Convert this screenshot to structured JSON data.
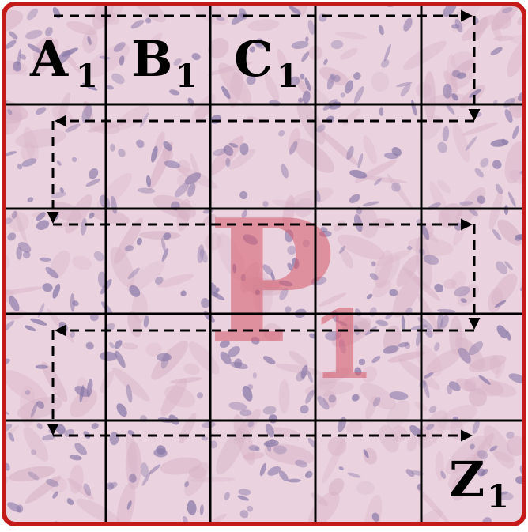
{
  "grid": {
    "rows": 5,
    "cols": 5
  },
  "colors": {
    "tissue_base": "#ead2df",
    "tissue_mid": "#d7b3c6",
    "nucleus": "#8a79a8",
    "frame": "#c41a1a",
    "gridline": "#000000",
    "arrow": "#000000",
    "label": "#000000",
    "watermark": "#d65b6b"
  },
  "tile_labels": [
    {
      "id": "a1",
      "main": "A",
      "sub": "1"
    },
    {
      "id": "b1",
      "main": "B",
      "sub": "1"
    },
    {
      "id": "c1",
      "main": "C",
      "sub": "1"
    },
    {
      "id": "z1",
      "main": "Z",
      "sub": "1"
    }
  ],
  "patch_label": {
    "main": "P",
    "sub": "1"
  }
}
